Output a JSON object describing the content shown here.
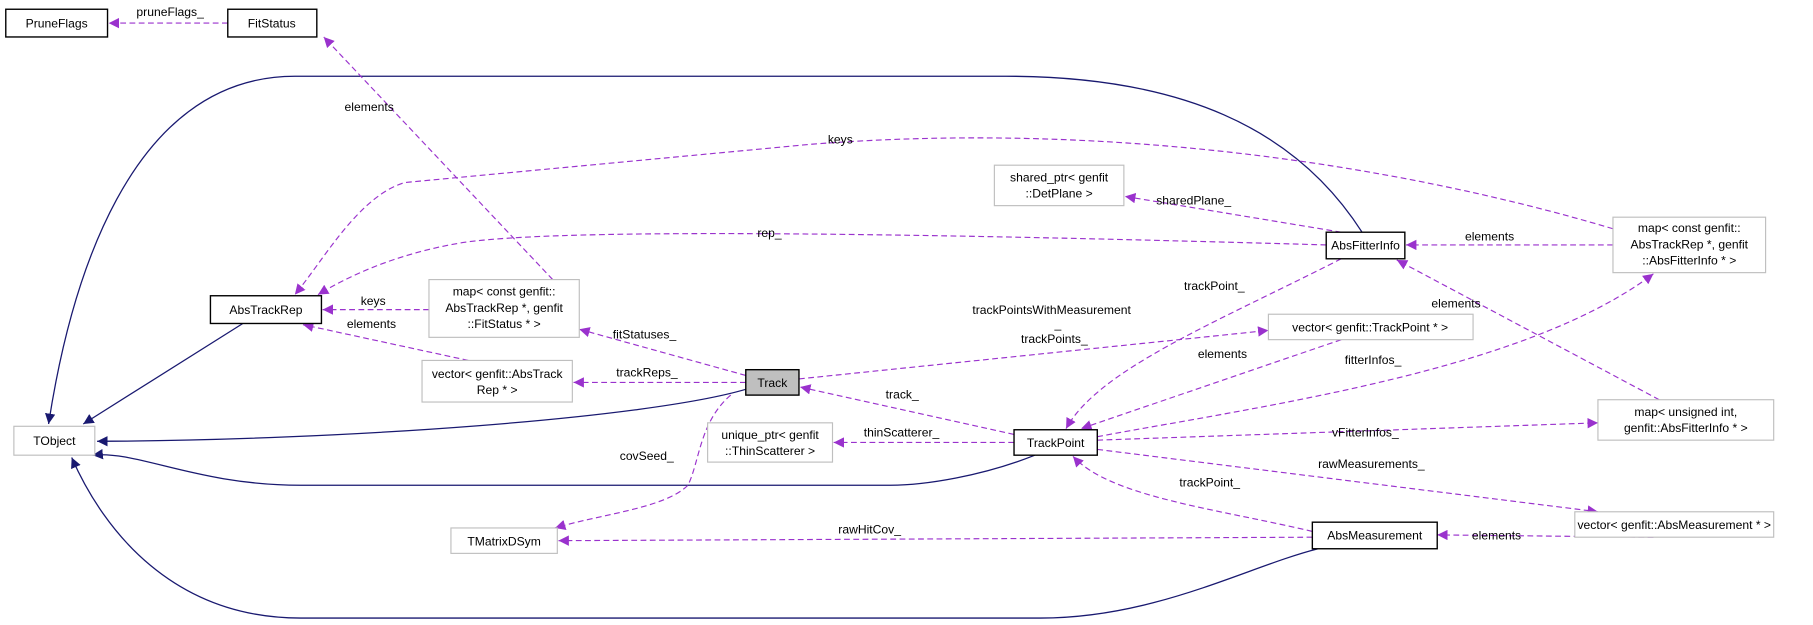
{
  "colors": {
    "inheritance": "#191970",
    "usage": "#9a32cd",
    "selected": "#bfbfbf"
  },
  "nodes": {
    "pruneflags": "PruneFlags",
    "fitstatus": "FitStatus",
    "abstrackrep": "AbsTrackRep",
    "map_fitstatus": [
      "map< const genfit::",
      "AbsTrackRep *, genfit",
      "::FitStatus * >"
    ],
    "vector_abstrackrep": [
      "vector< genfit::AbsTrack",
      "Rep * >"
    ],
    "track": "Track",
    "tobject": "TObject",
    "unique_ptr": [
      "unique_ptr< genfit",
      "::ThinScatterer >"
    ],
    "tmatrixdsym": "TMatrixDSym",
    "trackpoint": "TrackPoint",
    "shared_ptr": [
      "shared_ptr< genfit",
      "::DetPlane >"
    ],
    "absfitterinfo": "AbsFitterInfo",
    "map_absfitterinfo": [
      "map< const genfit::",
      "AbsTrackRep *, genfit",
      "::AbsFitterInfo * >"
    ],
    "vector_trackpoint": "vector< genfit::TrackPoint * >",
    "map_unsigned": [
      "map< unsigned int,",
      "genfit::AbsFitterInfo * >"
    ],
    "vector_absmeasurement": "vector< genfit::AbsMeasurement * >",
    "absmeasurement": "AbsMeasurement"
  },
  "edges": {
    "pruneFlags": "pruneFlags_",
    "fs_elements": "elements",
    "keys_top": "keys",
    "rep": "rep_",
    "keys_fs": "keys",
    "atr_elements": "elements",
    "fitStatuses": "fitStatuses_",
    "trackReps": "trackReps_",
    "trackPointsWithMeasurement": "trackPointsWithMeasurement",
    "trackPointsWithMeasurement_suffix": "_",
    "trackPoints": "trackPoints_",
    "track": "track_",
    "thinScatterer": "thinScatterer_",
    "covSeed": "covSeed_",
    "rawHitCov": "rawHitCov_",
    "am_trackPoint": "trackPoint_",
    "rawMeasurements": "rawMeasurements_",
    "vFitterInfos": "vFitterInfos_",
    "fitterInfos": "fitterInfos_",
    "tp_elements": "elements",
    "afi_trackPoint": "trackPoint_",
    "mu_elements": "elements",
    "mafi_elements": "elements",
    "sharedPlane": "sharedPlane_",
    "am_elements": "elements"
  }
}
